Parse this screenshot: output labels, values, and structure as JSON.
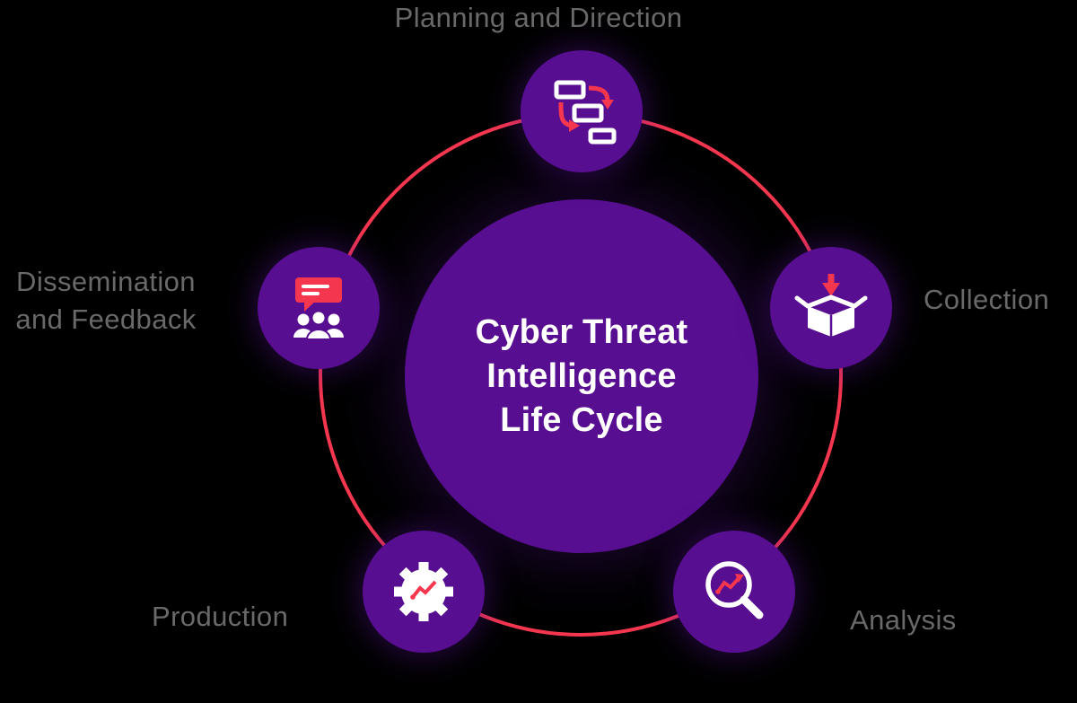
{
  "diagram": {
    "center": {
      "title_line1": "Cyber Threat",
      "title_line2": "Intelligence",
      "title_line3": "Life Cycle"
    },
    "stages": {
      "planning": {
        "label": "Planning and Direction",
        "icon": "flowchart-icon"
      },
      "collection": {
        "label": "Collection",
        "icon": "open-box-download-icon"
      },
      "analysis": {
        "label": "Analysis",
        "icon": "magnifier-trend-icon"
      },
      "production": {
        "label": "Production",
        "icon": "gear-chart-icon"
      },
      "dissemination": {
        "label_line1": "Dissemination",
        "label_line2": "and Feedback",
        "icon": "chat-people-icon"
      }
    },
    "colors": {
      "background": "#000000",
      "ring": "#f5364f",
      "node_purple": "#570e91",
      "label_gray": "#696969",
      "icon_white": "#ffffff",
      "icon_red": "#f5364f",
      "center_text": "#ffffff"
    }
  }
}
